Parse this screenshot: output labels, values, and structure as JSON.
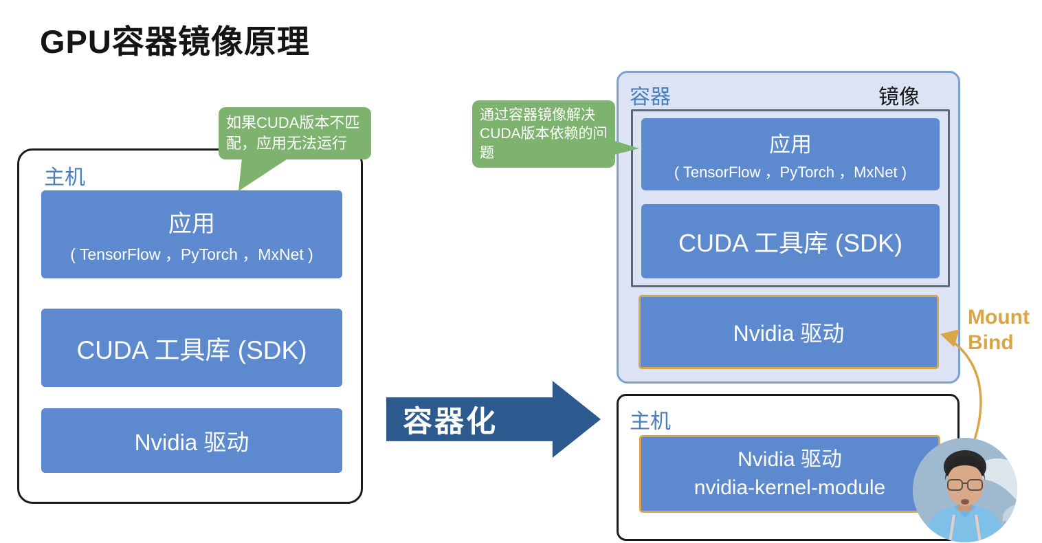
{
  "title": "GPU容器镜像原理",
  "left_host": {
    "label": "主机",
    "app": {
      "title": "应用",
      "subtitle": "( TensorFlow ，PyTorch ，MxNet )"
    },
    "cuda": "CUDA 工具库 (SDK)",
    "driver": "Nvidia 驱动"
  },
  "callouts": {
    "left": "如果CUDA版本不匹配，应用无法运行",
    "right": "通过容器镜像解决CUDA版本依赖的问题"
  },
  "transform_arrow_label": "容器化",
  "container": {
    "label": "容器",
    "image_label": "镜像",
    "app": {
      "title": "应用",
      "subtitle": "( TensorFlow ，PyTorch ，MxNet )"
    },
    "cuda": "CUDA 工具库 (SDK)",
    "driver": "Nvidia 驱动"
  },
  "mount_bind": {
    "line1": "Mount",
    "line2": "Bind"
  },
  "bottom_host": {
    "label": "主机",
    "driver_line1": "Nvidia 驱动",
    "driver_line2": "nvidia-kernel-module"
  },
  "colors": {
    "box_blue": "#5d8ace",
    "arrow_blue": "#2d5a8e",
    "callout_green": "#7db36e",
    "container_fill": "#dbe3f5",
    "container_border": "#7ba0d4",
    "image_box_border": "#5c6878",
    "accent_orange": "#d9a546",
    "label_blue": "#4a7ebc",
    "panel_border": "#1b1b1b"
  }
}
